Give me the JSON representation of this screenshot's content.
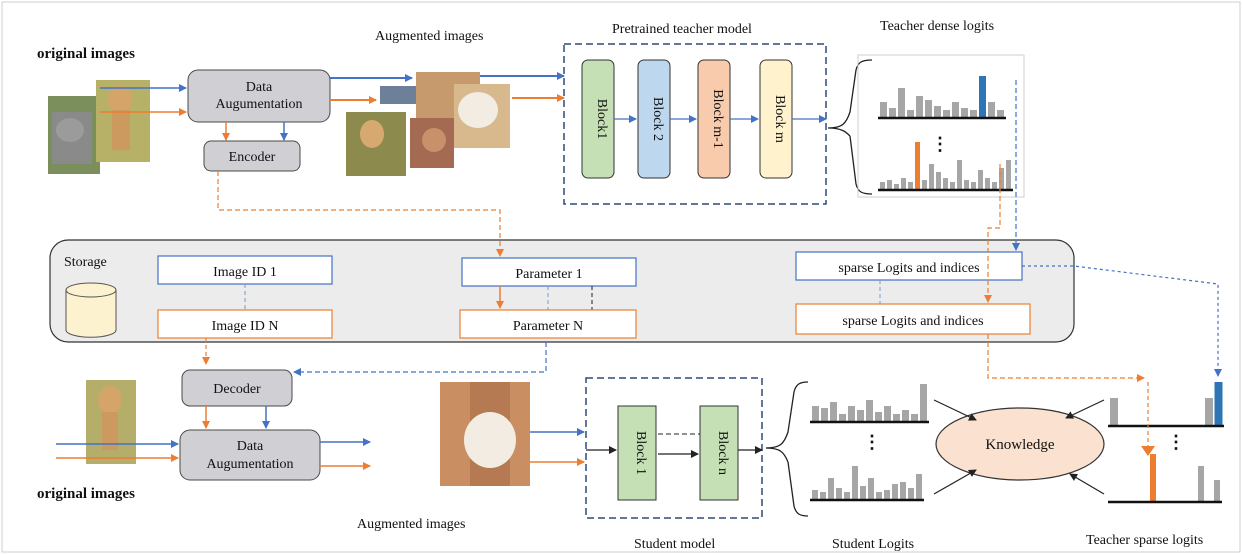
{
  "labels": {
    "original_images_top": "original images",
    "original_images_bottom": "original images",
    "augmented_images_top": "Augmented images",
    "augmented_images_bottom": "Augmented images",
    "pretrained_teacher": "Pretrained teacher model",
    "teacher_dense_logits": "Teacher dense logits",
    "teacher_sparse_logits": "Teacher sparse logits",
    "student_model": "Student model",
    "student_logits": "Student Logits",
    "storage": "Storage",
    "knowledge": "Knowledge"
  },
  "boxes": {
    "data_aug_top_line1": "Data",
    "data_aug_top_line2": "Augumentation",
    "encoder": "Encoder",
    "decoder": "Decoder",
    "data_aug_bottom_line1": "Data",
    "data_aug_bottom_line2": "Augumentation",
    "image_id_1": "Image ID 1",
    "image_id_n": "Image ID N",
    "parameter_1": "Parameter 1",
    "parameter_n": "Parameter N",
    "sparse_logits_1": "sparse Logits and indices",
    "sparse_logits_2": "sparse Logits and indices"
  },
  "teacher_blocks": [
    "Block1",
    "Block 2",
    "Block m-1",
    "Block m"
  ],
  "student_blocks": [
    "Block 1",
    "Block n"
  ],
  "dots": "⋮",
  "colors": {
    "blue_arrow": "#4472c4",
    "orange_arrow": "#ed7d31",
    "gray_box": "#d0d0d4",
    "block1": "#c5e0b4",
    "block2": "#bdd7ee",
    "block3": "#f8cbad",
    "block4": "#fff2cc",
    "student_block": "#c5e0b4",
    "knowledge": "#fbe1d0",
    "storage_bg": "#ececec",
    "cylinder": "#fdf2d0",
    "bar_gray": "#a6a6a6",
    "bar_blue": "#2e75b6",
    "bar_orange": "#ed7d31"
  }
}
